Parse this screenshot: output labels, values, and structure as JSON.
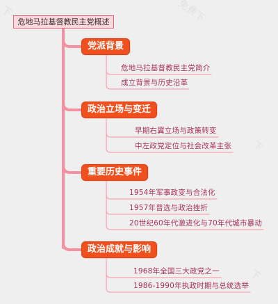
{
  "root": "危地马拉基督教民主党概述",
  "colors": {
    "trunk": "#f4909f",
    "branch_fill": "#f0501e",
    "leaf_text": "#a8325a",
    "underline": "#f6a3b0"
  },
  "branches": [
    {
      "label": "党派背景",
      "items": [
        "危地马拉基督教民主党简介",
        "成立背景与历史沿革"
      ]
    },
    {
      "label": "政治立场与变迁",
      "items": [
        "早期右翼立场与政策转变",
        "中左政党定位与社会改革主张"
      ]
    },
    {
      "label": "重要历史事件",
      "items": [
        "1954年军事政变与合法化",
        "1957年普选与政治挫折",
        "20世纪60年代激进化与70年代城市暴动"
      ]
    },
    {
      "label": "政治成就与影响",
      "items": [
        "1968年全国三大政党之一",
        "1986-1990年执政时期与总统选举"
      ]
    }
  ]
}
